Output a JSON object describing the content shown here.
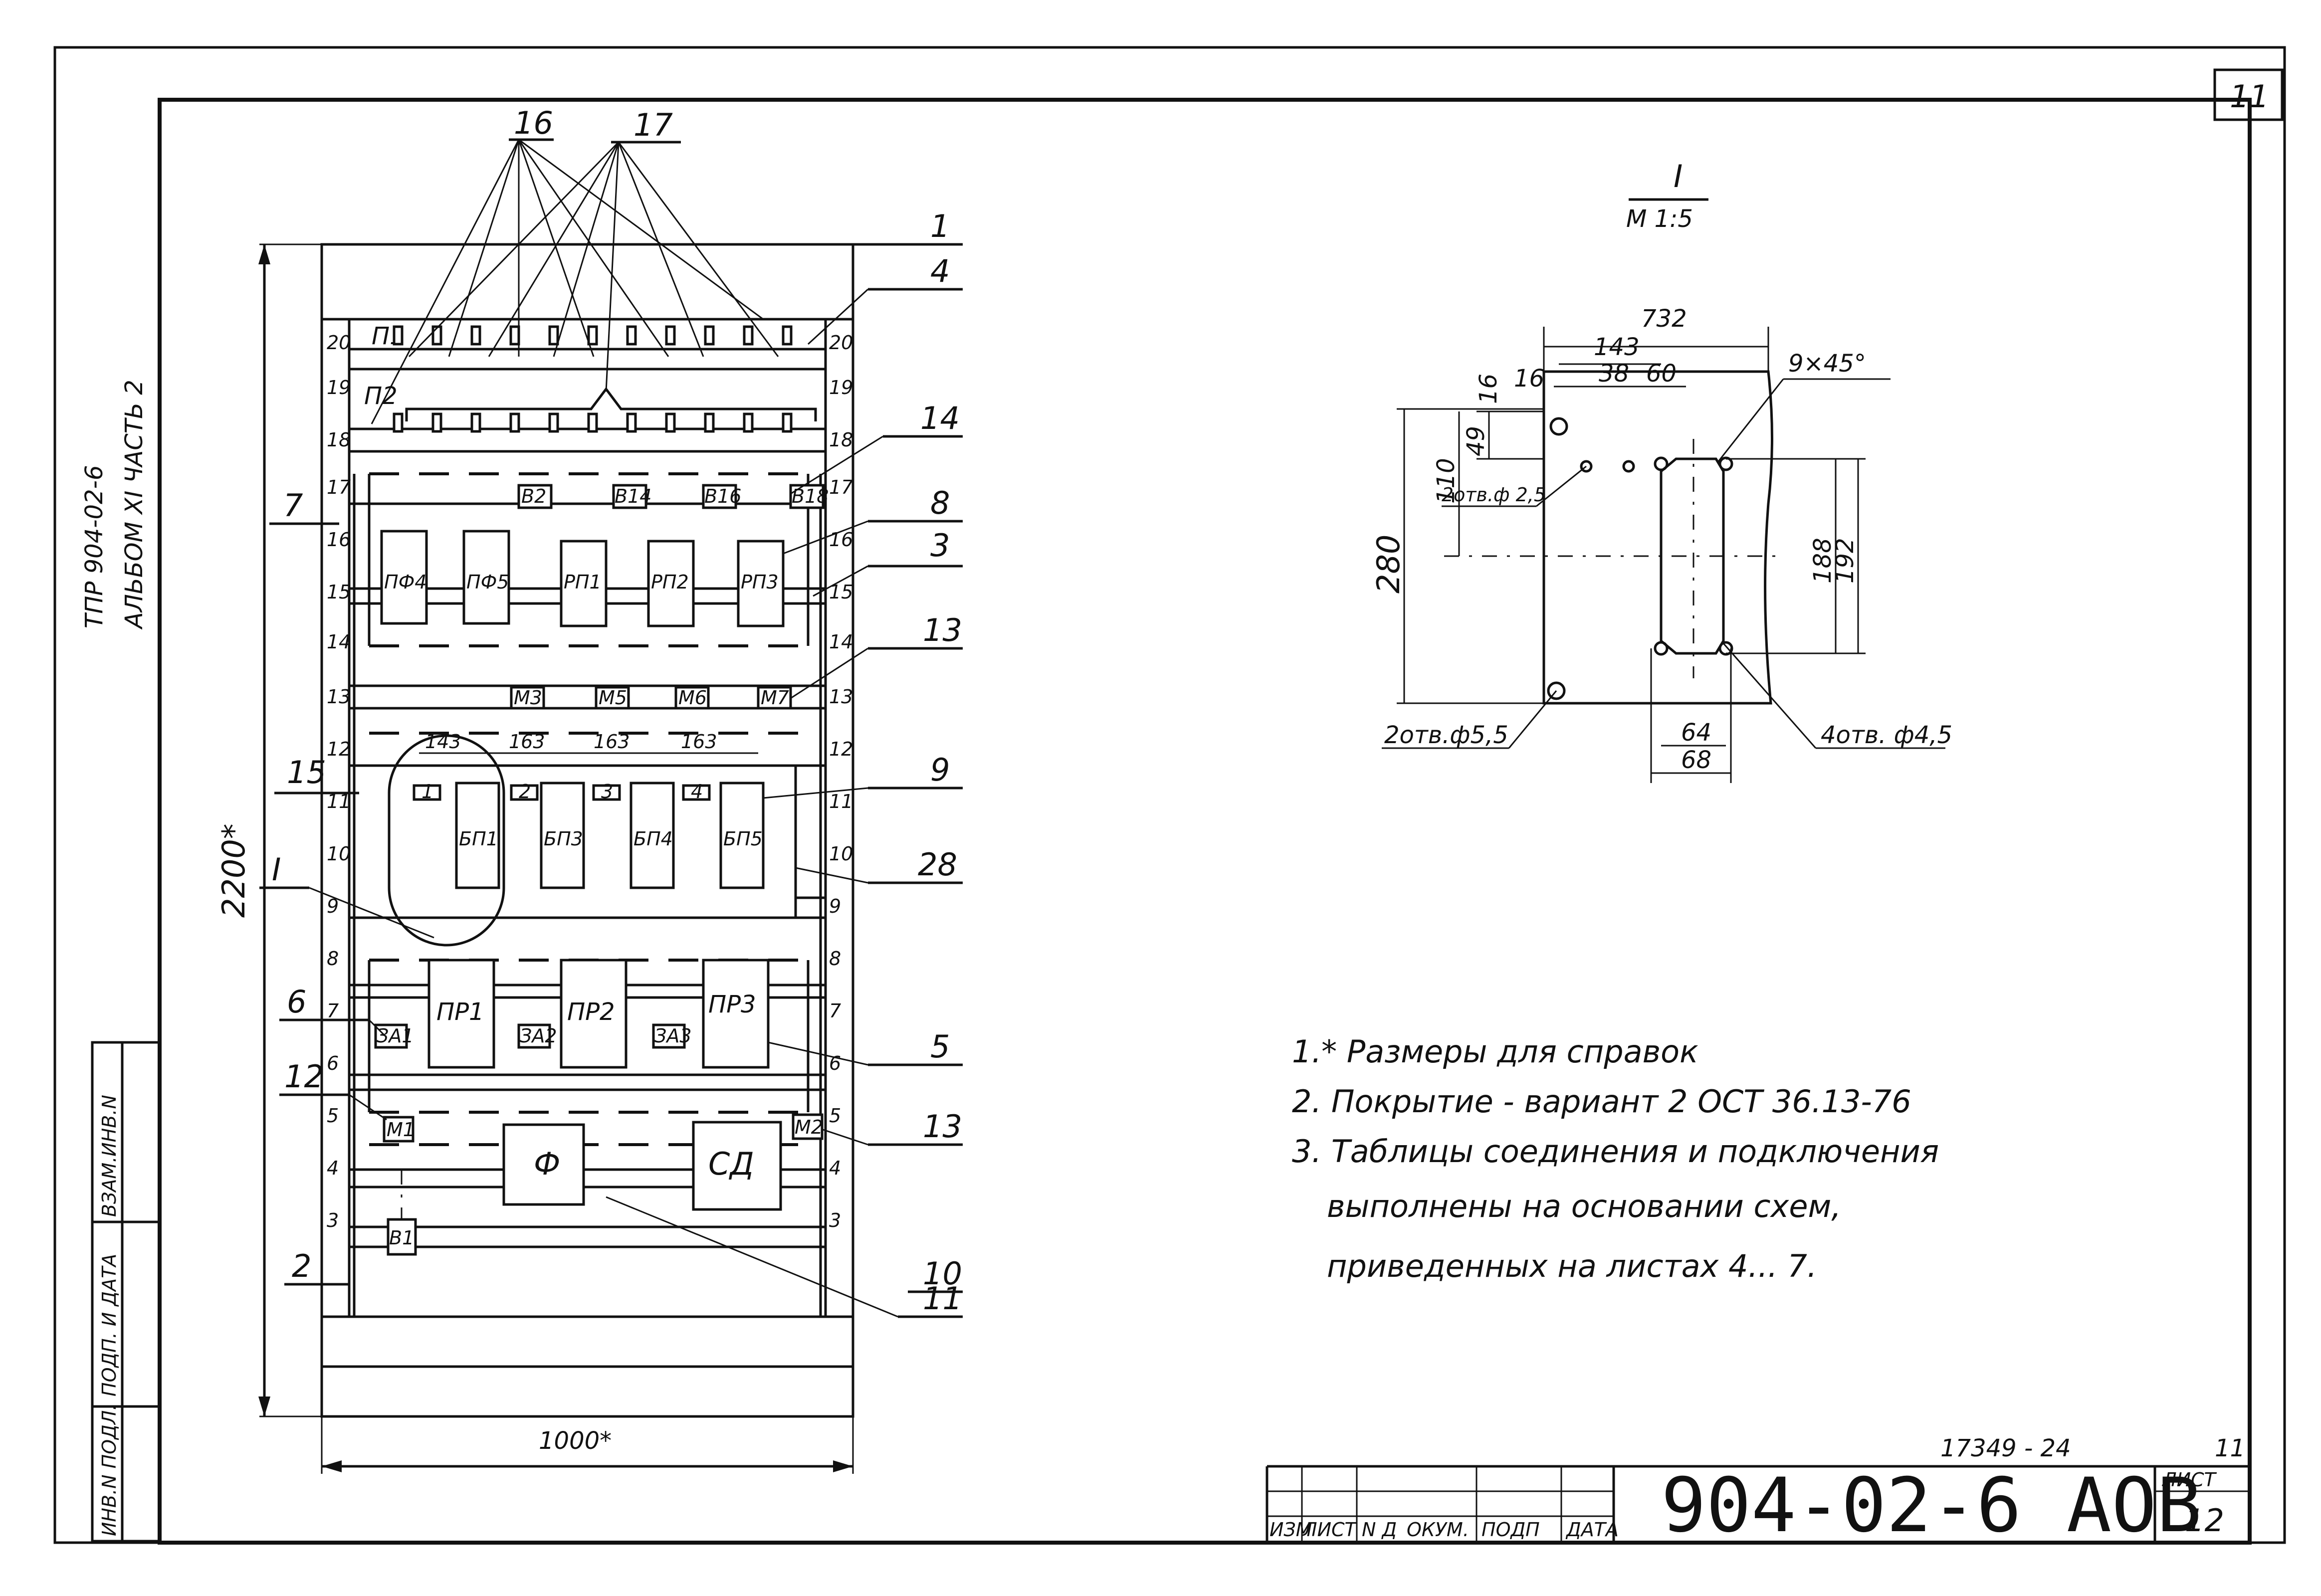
{
  "sheet_corner": "11",
  "side_stamp": {
    "line1": "ТПР   904-02-6",
    "line2": "АЛЬБОМ XI   ЧАСТЬ 2"
  },
  "left_strip": [
    "ИНВ.N ПОДЛ.",
    "ПОДП. И ДАТА",
    "ВЗАМ.ИНВ.N"
  ],
  "callouts": {
    "c16": "16",
    "c17": "17",
    "c1": "1",
    "c4": "4",
    "c14": "14",
    "c8": "8",
    "c3": "3",
    "c13a": "13",
    "c9": "9",
    "c28": "28",
    "c5": "5",
    "c13b": "13",
    "c10": "10",
    "c11": "11",
    "c7": "7",
    "c15": "15",
    "cI": "I",
    "c6": "6",
    "c12": "12",
    "c2": "2"
  },
  "panel": {
    "row_numbers_left": [
      "20",
      "19",
      "18",
      "17",
      "16",
      "15",
      "14",
      "13",
      "12",
      "11",
      "10",
      "9",
      "8",
      "7",
      "6",
      "5",
      "4",
      "3"
    ],
    "row_numbers_right": [
      "20",
      "19",
      "18",
      "17",
      "16",
      "15",
      "14",
      "13",
      "12",
      "11",
      "10",
      "9",
      "8",
      "7",
      "6",
      "5",
      "4",
      "3"
    ],
    "terminal_labels": [
      "П1",
      "П2"
    ],
    "small_blocks": [
      "В2",
      "В14",
      "В16",
      "В18"
    ],
    "relays": [
      "ПФ4",
      "ПФ5",
      "РП1",
      "РП2",
      "РП3"
    ],
    "motors": [
      "М3",
      "М5",
      "М6",
      "М7"
    ],
    "spacing_dims": [
      "143",
      "163",
      "163",
      "163"
    ],
    "tags": [
      "1",
      "2",
      "3",
      "4"
    ],
    "power_units": [
      "БП1",
      "БП3",
      "БП4",
      "БП5"
    ],
    "converters": [
      "ПР1",
      "ПР2",
      "ПР3"
    ],
    "zones": [
      "ЗА1",
      "ЗА2",
      "ЗА3"
    ],
    "m1": "М1",
    "m2": "М2",
    "b1": "В1",
    "filter": "Ф",
    "sd": "СД",
    "height_dim": "2200*",
    "width_dim": "1000*"
  },
  "detail": {
    "title": "I",
    "scale": "М 1:5",
    "dims": {
      "d732": "732",
      "d143": "143",
      "d16a": "16",
      "d16b": "16",
      "d38": "38",
      "d60": "60",
      "d49": "49",
      "d110": "110",
      "d280": "280",
      "d188": "188",
      "d192": "192",
      "d64": "64",
      "d68": "68",
      "chamfer": "9×45°"
    },
    "holes": {
      "h25": "2отв.ф 2,5",
      "h55": "2отв.ф5,5",
      "h45": "4отв. ф4,5"
    }
  },
  "notes": [
    "1.* Размеры для справок",
    "2. Покрытие - вариант 2   ОСТ 36.13-76",
    "3. Таблицы соединения  и подключения",
    "выполнены на основании   схем,",
    "приведенных на листах   4... 7."
  ],
  "title_block": {
    "order_no": "17349 - 24",
    "order_side": "11",
    "code": "904-02-6 АОВ",
    "sheet_label": "ЛИСТ",
    "sheet_no": "12",
    "cols": [
      "ИЗМ",
      "ЛИСТ",
      "N Д",
      "ОКУМ.",
      "ПОДП",
      "ДАТА"
    ]
  }
}
